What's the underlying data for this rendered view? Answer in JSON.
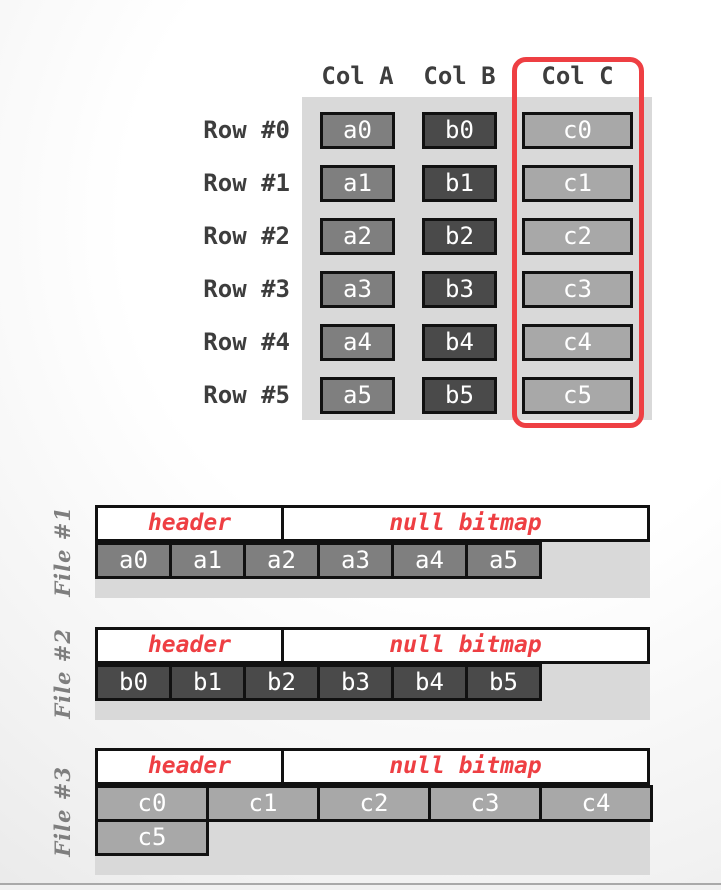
{
  "table": {
    "col_headers": [
      "Col A",
      "Col B",
      "Col C"
    ],
    "row_labels": [
      "Row #0",
      "Row #1",
      "Row #2",
      "Row #3",
      "Row #4",
      "Row #5"
    ],
    "columns": [
      {
        "name": "Col A",
        "cells": [
          "a0",
          "a1",
          "a2",
          "a3",
          "a4",
          "a5"
        ],
        "cell_color": "#7f7f7f"
      },
      {
        "name": "Col B",
        "cells": [
          "b0",
          "b1",
          "b2",
          "b3",
          "b4",
          "b5"
        ],
        "cell_color": "#4a4a4a"
      },
      {
        "name": "Col C",
        "cells": [
          "c0",
          "c1",
          "c2",
          "c3",
          "c4",
          "c5"
        ],
        "cell_color": "#a8a8a8"
      }
    ],
    "highlighted_column": "Col C",
    "highlight_color": "#ee3f43"
  },
  "files": [
    {
      "label": "File #1",
      "segments": [
        "header",
        "null bitmap"
      ],
      "cells": [
        "a0",
        "a1",
        "a2",
        "a3",
        "a4",
        "a5"
      ],
      "cell_color": "#7f7f7f"
    },
    {
      "label": "File #2",
      "segments": [
        "header",
        "null bitmap"
      ],
      "cells": [
        "b0",
        "b1",
        "b2",
        "b3",
        "b4",
        "b5"
      ],
      "cell_color": "#4a4a4a"
    },
    {
      "label": "File #3",
      "segments": [
        "header",
        "null bitmap"
      ],
      "cells": [
        "c0",
        "c1",
        "c2",
        "c3",
        "c4",
        "c5"
      ],
      "cell_color": "#a8a8a8"
    }
  ],
  "colors": {
    "panel_bg": "#d9d9d9",
    "cell_border": "#111111",
    "accent_red": "#ee3f43",
    "label_text": "#3d3d3d",
    "file_label_text": "#7e7e7e",
    "cell_text": "#ffffff"
  }
}
